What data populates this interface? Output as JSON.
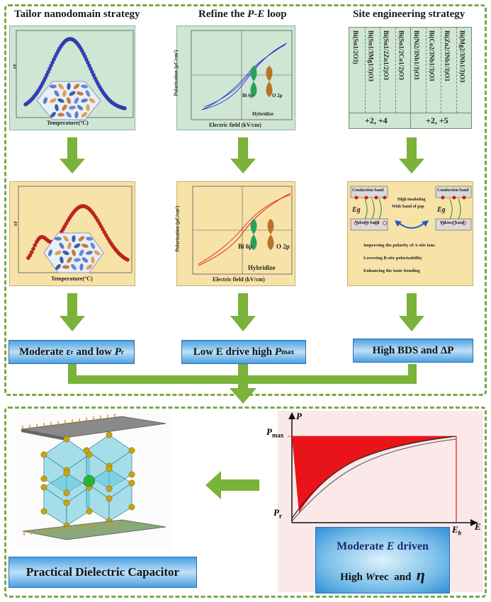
{
  "headers": {
    "tailor": "Tailor nanodomain strategy",
    "refine_prefix": "Refine the ",
    "refine_pe": "P-E",
    "refine_suffix": " loop",
    "site": "Site engineering strategy"
  },
  "panels": {
    "er_symbol": "εr",
    "temperature_label": "Temperature(°C)",
    "polarization_label": "Polarization (μC/cm²)",
    "efield_label": "Electric field (kV/cm)",
    "bi6p": "Bi 6p",
    "o2p": "O 2p",
    "hybridize": "Hybridize"
  },
  "site": {
    "formulas": [
      "Bi(Sn1/2O3)",
      "Bi(Sn1/3Mg1/3)O3",
      "Bi(Sn1/2Zn1/2)O3",
      "Bi(Sn1/2Co1/2)O3",
      "Bi(Ni2/3Nb1/3)O3",
      "Bi(Co2/3Nb1/3)O3",
      "Bi(Zn2/3Nb1/3)O3",
      "Bi(Mg2/3Nb1/3)O3"
    ],
    "valence_left": "+2, +4",
    "valence_right": "+2, +5",
    "conduction_band": "Conduction band",
    "valence_band": "Valence band",
    "high_insulating": "High insulating",
    "wide_band": "Wide band of gap",
    "eg": "Eg",
    "bullets": [
      "Improving the polarity of A-site ions",
      "Lowering B-site polarizability",
      "Enhancing the ionic bonding"
    ]
  },
  "banners": {
    "left_prefix": "Moderate ε",
    "left_mid": " and low ",
    "left_p": "P",
    "middle_prefix": "Low E drive high ",
    "middle_p": "P",
    "middle_sub": "max",
    "right": "High BDS and ΔP",
    "bottom": "Practical Dielectric  Capacitor",
    "moderate_prefix": "Moderate ",
    "moderate_e": "E",
    "moderate_suffix": " driven",
    "high_prefix": "High ",
    "high_w": "W",
    "high_rec": "rec",
    "high_and": "  and  ",
    "eta": "η"
  },
  "plot": {
    "p_axis": "P",
    "e_axis": "E",
    "pmax": "P",
    "pmax_sub": "max",
    "pr": "P",
    "pr_sub": "r",
    "eb": "E",
    "eb_sub": "b"
  },
  "colors": {
    "frame": "#7aa84a",
    "arrow": "#7ab23a",
    "red_fill": "#e8141a",
    "blue_curve": "#2f3fd0"
  }
}
